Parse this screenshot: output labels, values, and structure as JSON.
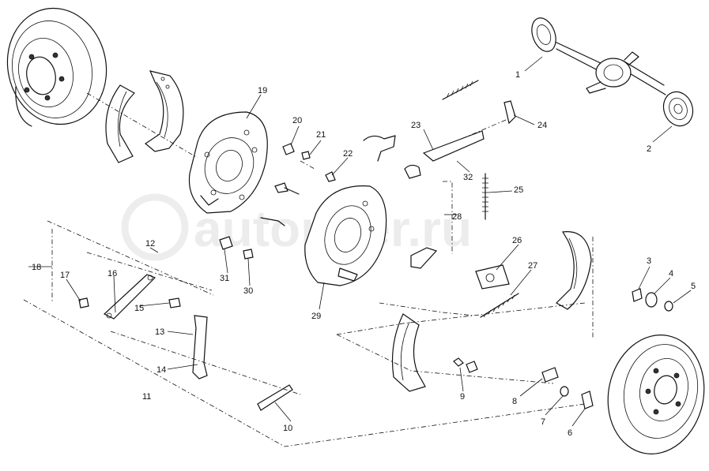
{
  "watermark": {
    "text": "autopiter.ru",
    "color": "#dcdcdc"
  },
  "callouts": [
    "1",
    "2",
    "3",
    "4",
    "5",
    "6",
    "7",
    "8",
    "9",
    "10",
    "11",
    "12",
    "13",
    "14",
    "15",
    "16",
    "17",
    "18",
    "19",
    "20",
    "21",
    "22",
    "23",
    "24",
    "25",
    "26",
    "27",
    "28",
    "29",
    "30",
    "31",
    "32"
  ],
  "colors": {
    "line": "#111111",
    "background": "#ffffff"
  }
}
